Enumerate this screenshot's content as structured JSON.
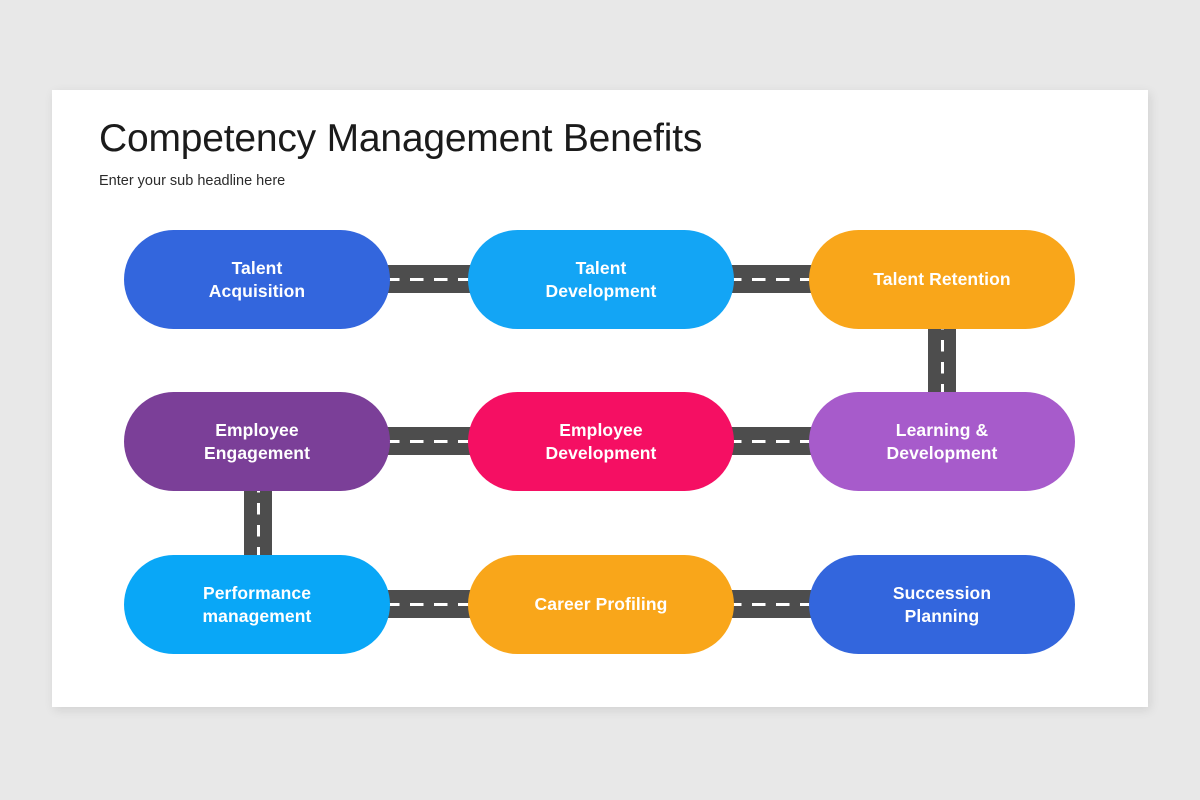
{
  "slide": {
    "title": "Competency Management Benefits",
    "subtitle": "Enter your sub headline here",
    "background_color": "#e8e8e8",
    "card_color": "#ffffff"
  },
  "diagram": {
    "type": "roadmap-grid",
    "connector_color": "#4d4d4d",
    "connector_dash_color": "#ffffff",
    "rows": [
      {
        "row_index": 0,
        "nodes": [
          {
            "id": "talent-acquisition",
            "label": "Talent\nAcquisition",
            "color": "#3366dd",
            "column": 0
          },
          {
            "id": "talent-development",
            "label": "Talent\nDevelopment",
            "color": "#13a5f5",
            "column": 1
          },
          {
            "id": "talent-retention",
            "label": "Talent Retention",
            "color": "#f9a61a",
            "column": 2
          }
        ]
      },
      {
        "row_index": 1,
        "nodes": [
          {
            "id": "employee-engagement",
            "label": "Employee\nEngagement",
            "color": "#7b3f98",
            "column": 0
          },
          {
            "id": "employee-development",
            "label": "Employee\nDevelopment",
            "color": "#f50f63",
            "column": 1
          },
          {
            "id": "learning-development",
            "label": "Learning &\nDevelopment",
            "color": "#a75bcb",
            "column": 2
          }
        ]
      },
      {
        "row_index": 2,
        "nodes": [
          {
            "id": "performance-management",
            "label": "Performance\nmanagement",
            "color": "#09a7f7",
            "column": 0
          },
          {
            "id": "career-profiling",
            "label": "Career Profiling",
            "color": "#f9a61a",
            "column": 1
          },
          {
            "id": "succession-planning",
            "label": "Succession\nPlanning",
            "color": "#3366dd",
            "column": 2
          }
        ]
      }
    ],
    "connectors": [
      {
        "id": "conn-r1-c0-c1",
        "orientation": "horizontal"
      },
      {
        "id": "conn-r1-c1-c2",
        "orientation": "horizontal"
      },
      {
        "id": "conn-r1c2-to-r2c2",
        "orientation": "vertical"
      },
      {
        "id": "conn-r2-c0-c1",
        "orientation": "horizontal"
      },
      {
        "id": "conn-r2-c1-c2",
        "orientation": "horizontal"
      },
      {
        "id": "conn-r2c0-to-r3c0",
        "orientation": "vertical"
      },
      {
        "id": "conn-r3-c0-c1",
        "orientation": "horizontal"
      },
      {
        "id": "conn-r3-c1-c2",
        "orientation": "horizontal"
      }
    ]
  }
}
